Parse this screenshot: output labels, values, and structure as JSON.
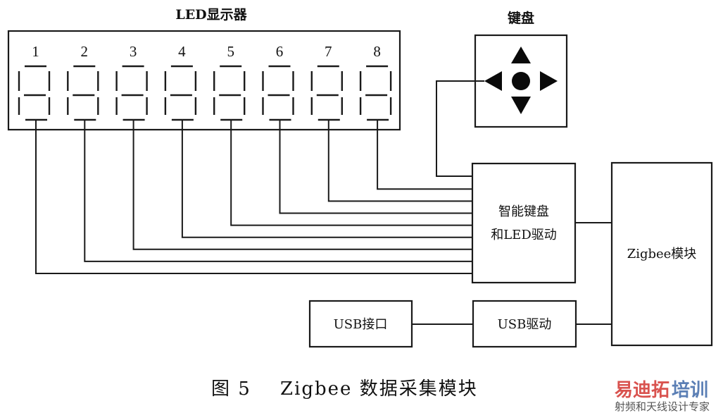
{
  "diagram": {
    "led_display": {
      "title": "LED显示器",
      "digits": [
        "1",
        "2",
        "3",
        "4",
        "5",
        "6",
        "7",
        "8"
      ]
    },
    "keyboard": {
      "title": "键盘",
      "keys": [
        "up-arrow",
        "down-arrow",
        "left-arrow",
        "right-arrow",
        "center-button"
      ]
    },
    "driver": {
      "line1": "智能键盘",
      "line2": "和LED驱动"
    },
    "zigbee": {
      "label": "Zigbee模块"
    },
    "usb_interface": {
      "label": "USB接口"
    },
    "usb_driver": {
      "label": "USB驱动"
    },
    "connections": [
      {
        "from": "LED显示器 digit 1-8",
        "to": "智能键盘和LED驱动"
      },
      {
        "from": "键盘",
        "to": "智能键盘和LED驱动"
      },
      {
        "from": "智能键盘和LED驱动",
        "to": "Zigbee模块"
      },
      {
        "from": "USB接口",
        "to": "USB驱动"
      },
      {
        "from": "USB驱动",
        "to": "Zigbee模块"
      }
    ]
  },
  "caption": {
    "figure": "图 5",
    "title": "Zigbee 数据采集模块"
  },
  "watermark": {
    "part1": "易迪拓",
    "part2": "培训",
    "subtitle": "射频和天线设计专家",
    "color1": "#d9534f",
    "color2": "#5b7fb5"
  }
}
